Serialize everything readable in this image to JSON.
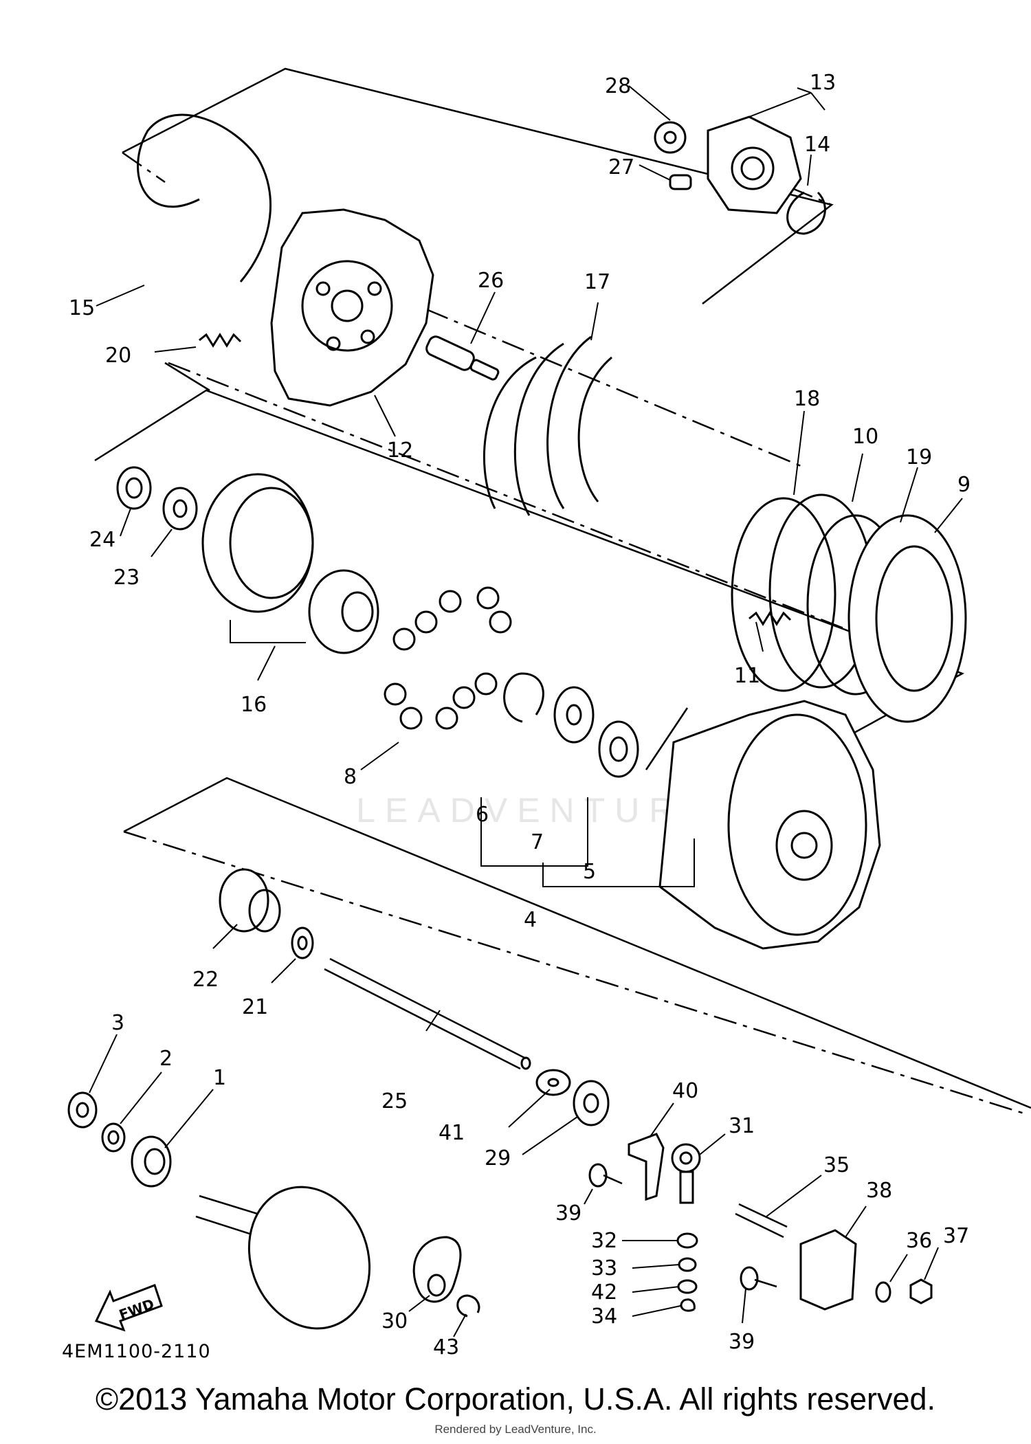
{
  "diagram": {
    "part_code": "4EM1100-2110",
    "fwd_label": "FWD",
    "watermark": "LEADVENTURE",
    "callouts": [
      "1",
      "2",
      "3",
      "4",
      "5",
      "6",
      "7",
      "8",
      "9",
      "10",
      "11",
      "12",
      "13",
      "14",
      "15",
      "16",
      "17",
      "18",
      "19",
      "20",
      "21",
      "22",
      "23",
      "24",
      "25",
      "26",
      "27",
      "28",
      "29",
      "30",
      "31",
      "32",
      "33",
      "34",
      "35",
      "36",
      "37",
      "38",
      "39",
      "40",
      "41",
      "42",
      "43"
    ]
  },
  "footer": {
    "copyright": "©2013 Yamaha Motor Corporation, U.S.A. All rights reserved.",
    "rendered_by": "Rendered by LeadVenture, Inc."
  }
}
